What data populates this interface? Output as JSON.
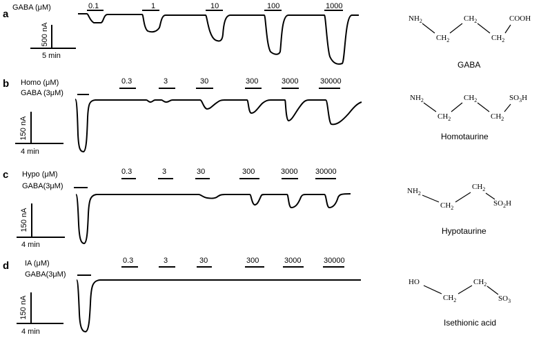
{
  "panels": [
    {
      "letter": "a",
      "row1_label": "GABA (μM)",
      "row2_label": "",
      "concentrations": [
        "0.1",
        "1",
        "10",
        "100",
        "1000"
      ],
      "scale_current": "500 nA",
      "scale_time": "5 min",
      "structure": {
        "atoms": [
          "NH",
          "CH",
          "CH",
          "CH",
          "COOH"
        ],
        "subscripts": [
          "2",
          "2",
          "2",
          "2",
          ""
        ],
        "name": "GABA"
      }
    },
    {
      "letter": "b",
      "row1_label": "Homo  (μM)",
      "row2_label": "GABA (3μM)",
      "concentrations": [
        "0.3",
        "3",
        "30",
        "300",
        "3000",
        "30000"
      ],
      "scale_current": "150 nA",
      "scale_time": "4 min",
      "structure": {
        "atoms": [
          "NH",
          "CH",
          "CH",
          "CH",
          "SO"
        ],
        "subscripts": [
          "2",
          "2",
          "2",
          "2",
          "3"
        ],
        "suffix": "H",
        "name": "Homotaurine"
      }
    },
    {
      "letter": "c",
      "row1_label": "Hypo  (μM)",
      "row2_label": "GABA(3μM)",
      "concentrations": [
        "0.3",
        "3",
        "30",
        "300",
        "3000",
        "30000"
      ],
      "scale_current": "150 nA",
      "scale_time": "4 min",
      "structure": {
        "atoms": [
          "NH",
          "CH",
          "CH",
          "SO"
        ],
        "subscripts": [
          "2",
          "2",
          "2",
          "2"
        ],
        "suffix": "H",
        "name": "Hypotaurine"
      }
    },
    {
      "letter": "d",
      "row1_label": "IA (μM)",
      "row2_label": "GABA(3μM)",
      "concentrations": [
        "0.3",
        "3",
        "30",
        "300",
        "3000",
        "30000"
      ],
      "scale_current": "150 nA",
      "scale_time": "4 min",
      "structure": {
        "atoms": [
          "HO",
          "CH",
          "CH",
          "SO"
        ],
        "subscripts": [
          "",
          "2",
          "2",
          "3"
        ],
        "name": "Isethionic acid"
      }
    }
  ]
}
